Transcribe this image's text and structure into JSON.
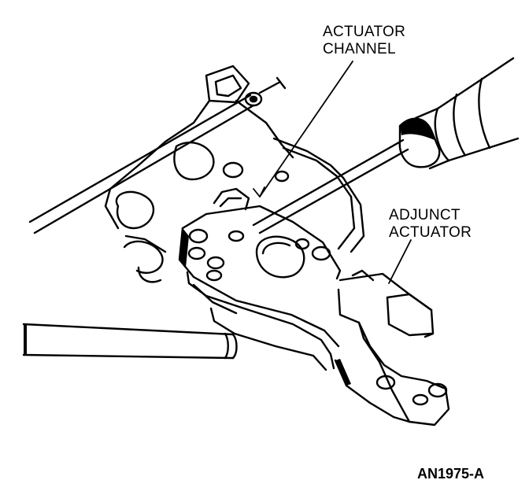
{
  "labels": {
    "actuator_channel_line1": "ACTUATOR",
    "actuator_channel_line2": "CHANNEL",
    "adjunct_actuator_line1": "ADJUNCT",
    "adjunct_actuator_line2": "ACTUATOR"
  },
  "figure_id": "AN1975-A",
  "colors": {
    "ink": "#000000",
    "paper": "#ffffff"
  }
}
